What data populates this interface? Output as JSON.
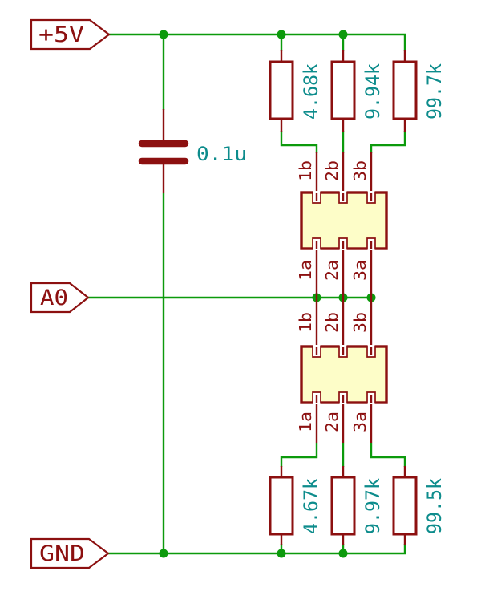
{
  "net_labels": {
    "vcc": "+5V",
    "analog_in": "A0",
    "gnd": "GND"
  },
  "capacitor": {
    "value": "0.1u"
  },
  "resistors_top": [
    {
      "value": "4.68k"
    },
    {
      "value": "9.94k"
    },
    {
      "value": "99.7k"
    }
  ],
  "resistors_bottom": [
    {
      "value": "4.67k"
    },
    {
      "value": "9.97k"
    },
    {
      "value": "99.5k"
    }
  ],
  "dip_switch_top": {
    "pins_top": [
      "1b",
      "2b",
      "3b"
    ],
    "pins_bottom": [
      "1a",
      "2a",
      "3a"
    ]
  },
  "dip_switch_bottom": {
    "pins_top": [
      "1b",
      "2b",
      "3b"
    ],
    "pins_bottom": [
      "1a",
      "2a",
      "3a"
    ]
  },
  "colors": {
    "wire_green": "#0c9a0c",
    "symbol_red": "#8c1010",
    "value_teal": "#0d8c8c",
    "switch_body_fill": "#fdfdc8",
    "background": "#ffffff"
  }
}
